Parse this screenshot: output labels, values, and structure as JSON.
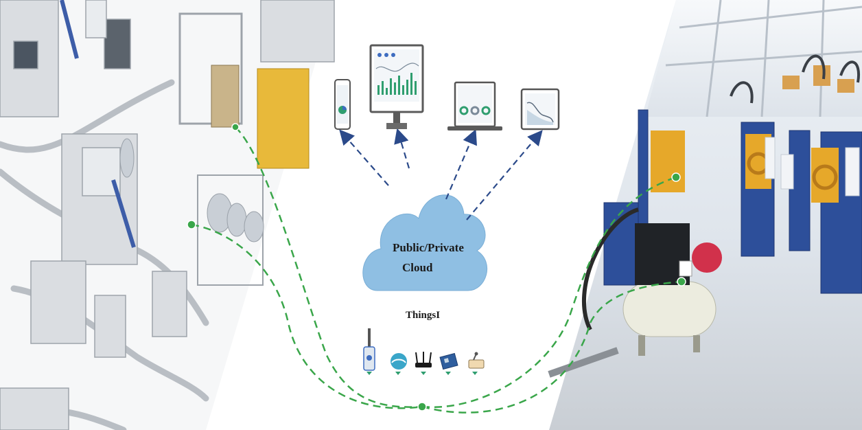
{
  "cloud": {
    "line1": "Public/Private",
    "line2": "Cloud"
  },
  "platform_label": "ThingsI",
  "colors": {
    "cloud_fill": "#8fbfe3",
    "arrow": "#2b4a8a",
    "link": "#3aa64a",
    "device_frame": "#555555",
    "accent_green": "#2f9e6f"
  },
  "clients": [
    {
      "icon": "smartphone-icon"
    },
    {
      "icon": "monitor-icon"
    },
    {
      "icon": "laptop-icon"
    },
    {
      "icon": "tablet-icon"
    }
  ],
  "gateways": [
    {
      "icon": "iot-sensor-icon"
    },
    {
      "icon": "water-meter-icon"
    },
    {
      "icon": "wifi-router-icon"
    },
    {
      "icon": "controller-board-icon"
    },
    {
      "icon": "rfid-reader-icon"
    }
  ]
}
